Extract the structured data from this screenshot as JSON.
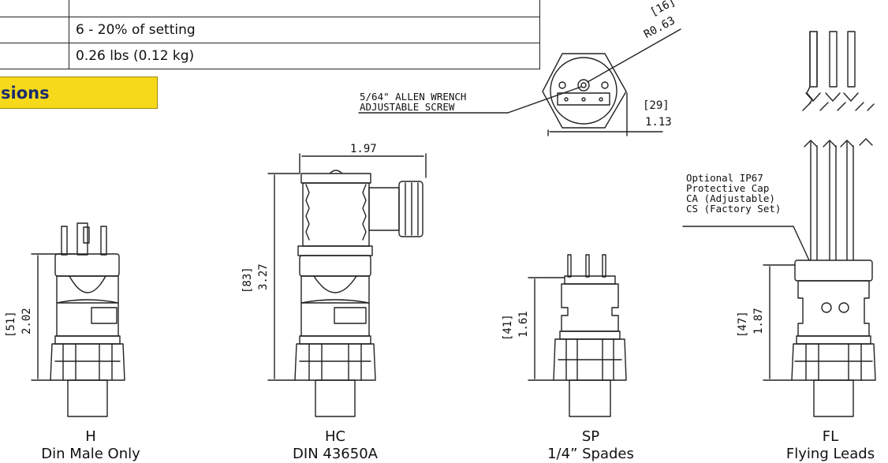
{
  "spec_rows": [
    {
      "key": "",
      "value": ""
    },
    {
      "key": "",
      "value": "6 - 20% of setting"
    },
    {
      "key": "",
      "value": "0.26 lbs (0.12 kg)"
    }
  ],
  "banner": "sions",
  "annotations": {
    "wrench": "5/64\" ALLEN WRENCH\nADJUSTABLE SCREW",
    "cap": "Optional IP67\nProtective Cap\nCA (Adjustable)\nCS (Factory Set)"
  },
  "dimensions": {
    "top_radius_mm": "[16]",
    "top_radius_in": "R0.63",
    "top_width_mm": "[29]",
    "top_width_in": "1.13",
    "hc_width": "1.97",
    "h_height_mm": "[51]",
    "h_height_in": "2.02",
    "hc_height_mm": "[83]",
    "hc_height_in": "3.27",
    "sp_height_mm": "[41]",
    "sp_height_in": "1.61",
    "fl_height_mm": "[47]",
    "fl_height_in": "1.87"
  },
  "variants": [
    {
      "code": "H",
      "name": "Din Male Only"
    },
    {
      "code": "HC",
      "name": "DIN 43650A"
    },
    {
      "code": "SP",
      "name": "1/4” Spades"
    },
    {
      "code": "FL",
      "name": "Flying Leads"
    }
  ]
}
